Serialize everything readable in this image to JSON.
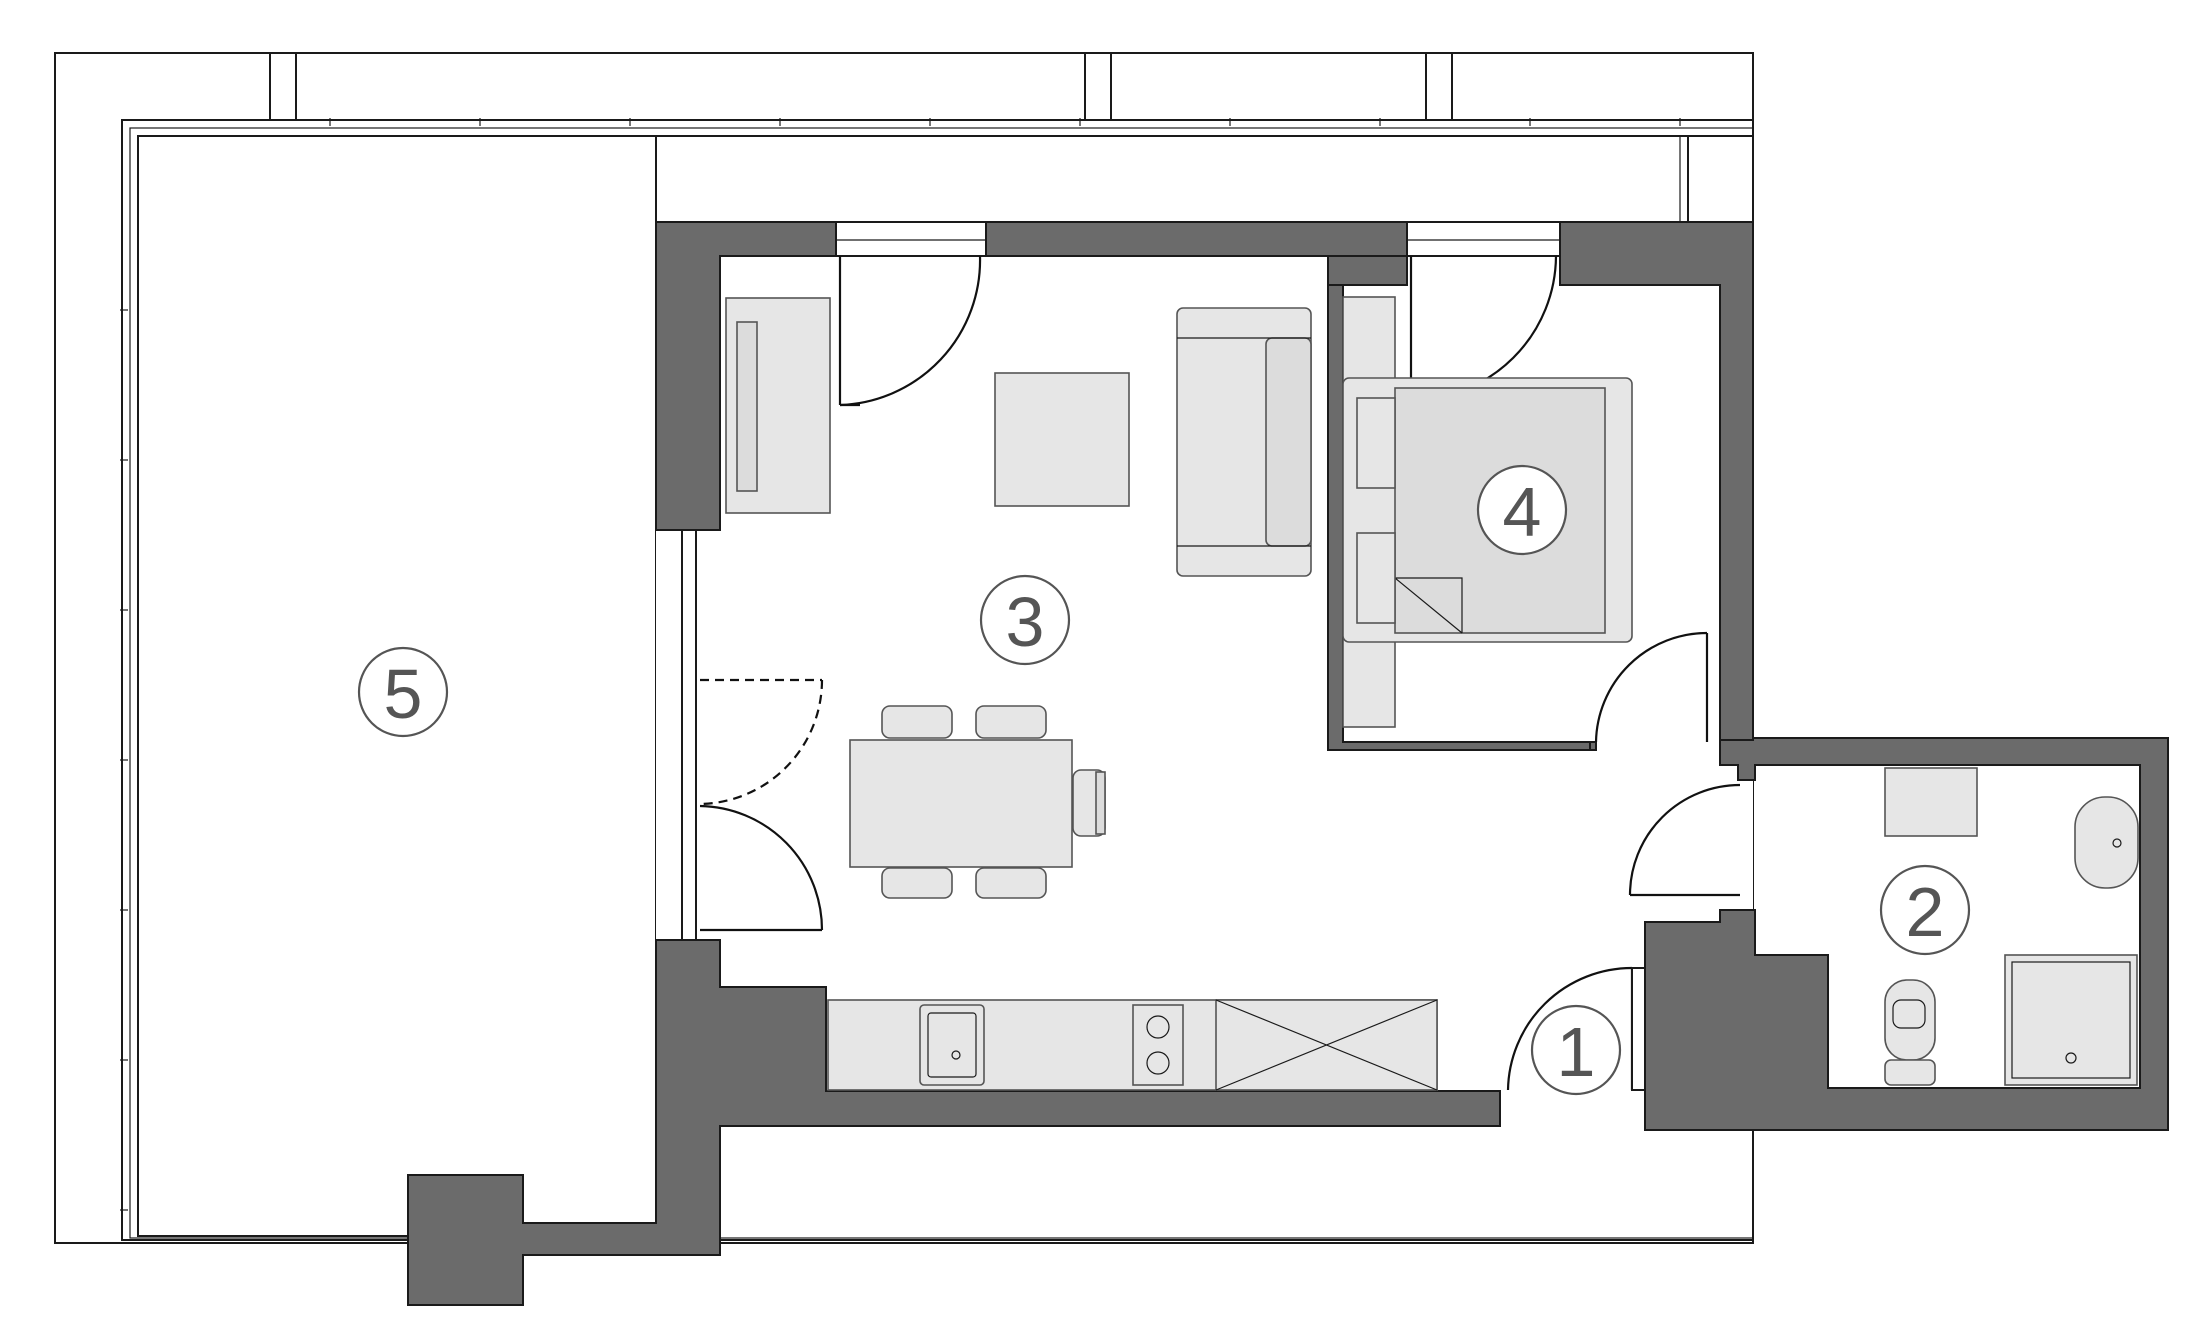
{
  "plan": {
    "rooms": [
      {
        "id": "room-1",
        "label": "1"
      },
      {
        "id": "room-2",
        "label": "2"
      },
      {
        "id": "room-3",
        "label": "3"
      },
      {
        "id": "room-4",
        "label": "4"
      },
      {
        "id": "room-5",
        "label": "5"
      }
    ]
  },
  "colors": {
    "wall": "#6b6b6b",
    "furniture": "#e6e6e6",
    "label": "#555555"
  }
}
